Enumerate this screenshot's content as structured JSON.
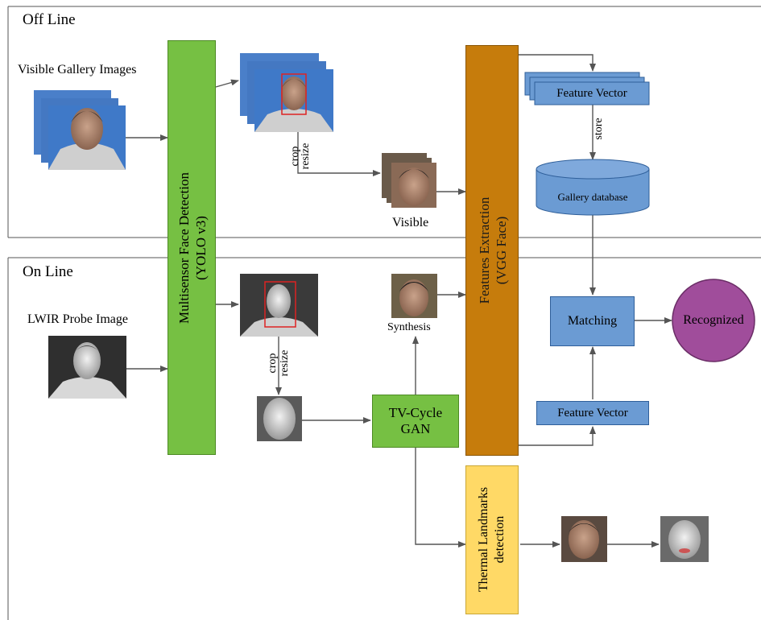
{
  "sections": {
    "offline": "Off Line",
    "online": "On Line"
  },
  "labels": {
    "visible_gallery": "Visible Gallery Images",
    "lwir_probe": "LWIR Probe Image",
    "visible": "Visible",
    "synthesis": "Synthesis",
    "crop": "crop",
    "resize": "resize",
    "store": "store"
  },
  "blocks": {
    "face_detection": [
      "Multisensor Face Detection",
      "(YOLO v3)"
    ],
    "features_extraction": [
      "Features Extraction",
      "(VGG Face)"
    ],
    "thermal_landmarks": [
      "Thermal Landmarks",
      "detection"
    ],
    "feature_vector_top": "Feature Vector",
    "feature_vector_bottom": "Feature Vector",
    "gallery_db": "Gallery database",
    "matching": "Matching",
    "recognized": "Recognized",
    "tvcycle": [
      "TV-Cycle",
      "GAN"
    ]
  },
  "colors": {
    "green": "#76c043",
    "orange": "#c67c0c",
    "yellow": "#ffd966",
    "blue": "#6b9bd3",
    "purple": "#a04d9b",
    "arrow": "#555555",
    "visible_bg": "#3f79c8",
    "thermal_bg": "#3a3a3a"
  }
}
